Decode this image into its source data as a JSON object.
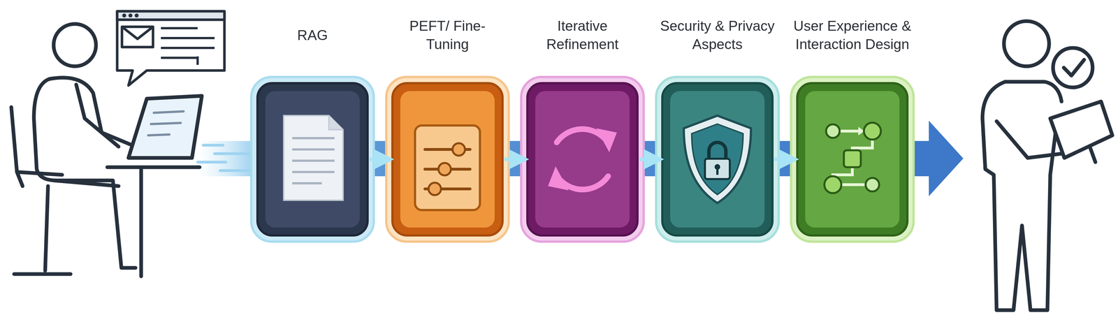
{
  "diagram": {
    "nodes": [
      {
        "text": [
          "RAG"
        ]
      },
      {
        "text": [
          "PEFT/ Fine-Tuning"
        ]
      },
      {
        "text": [
          "Iterative Refinement"
        ]
      },
      {
        "text": [
          "Security & Privacy Aspects"
        ]
      },
      {
        "text": [
          "User Experience & Interaction Design"
        ]
      }
    ],
    "edges": [
      {
        "from": 0,
        "to": 1,
        "arrow": "to"
      },
      {
        "from": 1,
        "to": 2,
        "arrow": "to"
      },
      {
        "from": 2,
        "to": 3,
        "arrow": "to"
      },
      {
        "from": 3,
        "to": 4,
        "arrow": "to"
      }
    ]
  }
}
